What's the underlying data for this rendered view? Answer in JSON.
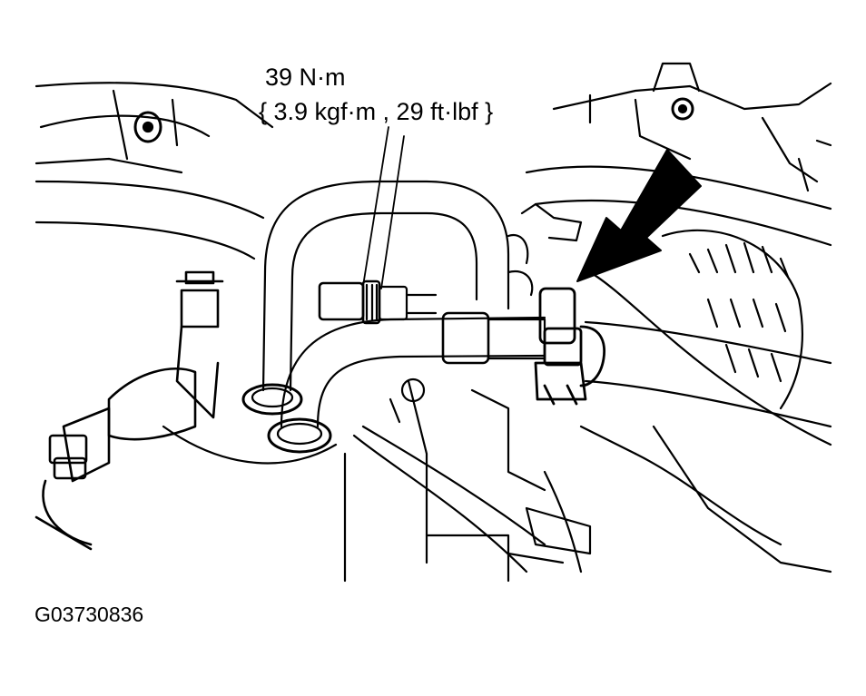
{
  "figure": {
    "torque_value": "39 N·m",
    "torque_alt_units": "{ 3.9 kgf·m , 29 ft·lbf }",
    "code": "G03730836"
  },
  "colors": {
    "ink": "#000000",
    "paper": "#ffffff"
  },
  "icons": {
    "callout": "arrow-icon"
  }
}
